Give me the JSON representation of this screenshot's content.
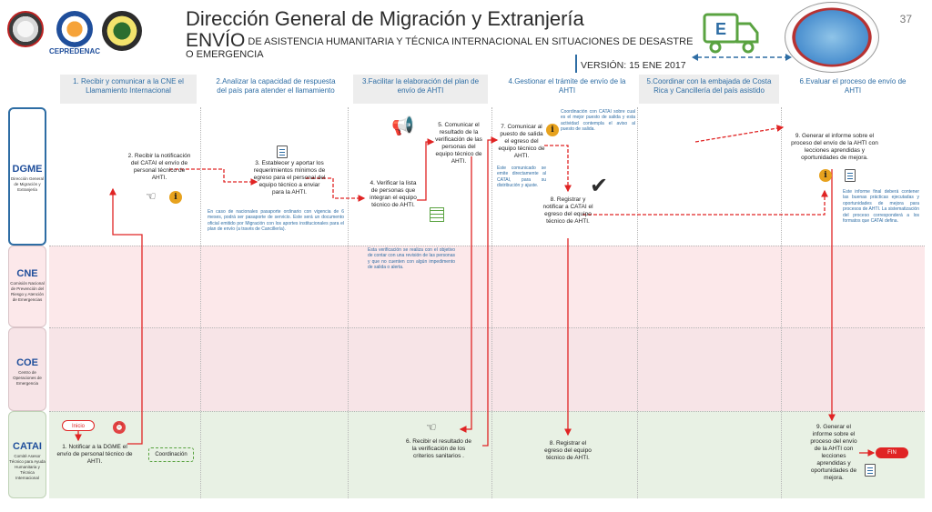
{
  "header": {
    "title": "Dirección General de Migración y Extranjería",
    "subtitle_big": "ENVÍO",
    "subtitle_rest": "DE ASISTENCIA HUMANITARIA Y TÉCNICA INTERNACIONAL EN SITUACIONES DE DESASTRE O EMERGENCIA",
    "version": "VERSIÓN: 15 ENE 2017",
    "page_number": "37",
    "logo_text": "CEPREDENAC",
    "truck_letter": "E"
  },
  "columns": [
    {
      "label": "1. Recibir y comunicar a la CNE el Llamamiento Internacional"
    },
    {
      "label": "2.Analizar la capacidad de respuesta del país para atender el llamamiento"
    },
    {
      "label": "3.Facilitar la elaboración del plan de envío de AHTI"
    },
    {
      "label": "4.Gestionar el trámite de envío de la AHTI"
    },
    {
      "label": "5.Coordinar con la embajada de Costa Rica y Cancillería del país asistido"
    },
    {
      "label": "6.Evaluar el proceso de envío de AHTI"
    }
  ],
  "lanes": {
    "dgme": {
      "abbr": "DGME",
      "full": "Dirección General de Migración y Extranjería"
    },
    "cne": {
      "abbr": "CNE",
      "full": "Comisión Nacional de Prevención del Riesgo y Atención de Emergencias"
    },
    "coe": {
      "abbr": "COE",
      "full": "Centro de Operaciones de Emergencia"
    },
    "catai": {
      "abbr": "CATAI",
      "full": "Comité Asesor Técnico para Ayuda Humanitaria y Técnica Internacional"
    }
  },
  "steps": {
    "s1": "1. Notificar a la DGME el envío de personal técnico de AHTI.",
    "s2": "2. Recibir la notificación del CATAI el envío de personal técnico de AHTI.",
    "s3": "3. Establecer y aportar los requerimientos mínimos de egreso para el personal del equipo técnico a enviar para la AHTI.",
    "s4": "4. Verificar la lista de personas que integran el equipo técnico de AHTI.",
    "s5": "5. Comunicar el resultado de la verificación de las personas del equipo técnico de AHTI.",
    "s6": "6. Recibir el resultado de la verificación de los criterios sanitarios .",
    "s7": "7. Comunicar al puesto de salida el egreso del equipo técnico de AHTI.",
    "s8a": "8. Registrar y notificar a CATAI el egreso del equipo técnico de AHTI.",
    "s8b": "8. Registrar el egreso del equipo técnico de AHTI.",
    "s9a": "9. Generar el informe sobre el proceso del envío de la AHTI con lecciones aprendidas y oportunidades de mejora.",
    "s9b": "9. Generar el informe sobre el proceso del envío de la AHTI con lecciones aprendidas y oportunidades de mejora."
  },
  "notes": {
    "n3": "En caso de nacionales pasaporte ordinario con vigencia de 6 meses, podrá ser pasaporte de servicio. Este será un documento oficial emitido por Migración con los aportes institucionales para el plan de envío (a través de Cancillería).",
    "n4": "Esta verificación se realiza con el objetivo de contar con una revisión de las personas y que no cuenten con algún impedimento de salida o alerta.",
    "n7a": "Coordinación con CATAI sobre cual es el mejor puesto de salida y esta actividad contempla el aviso al puesto de salida.",
    "n7b": "Este comunicado se emite directamente al CATAI, para su distribución y ajuste.",
    "n9": "Este informe final deberá contener las buenas prácticas ejecutadas y oportunidades de mejora para procesos de AHTI. La sistematización del proceso corresponderá a los formatos que CATAI defina."
  },
  "markers": {
    "start": "Inicio",
    "end": "FIN",
    "coordination": "Coordinación"
  },
  "colors": {
    "accent_blue": "#2e6da4",
    "flow_red": "#e02424",
    "lane_cne": "#fce8ea",
    "lane_catai": "#e8f1e4"
  }
}
